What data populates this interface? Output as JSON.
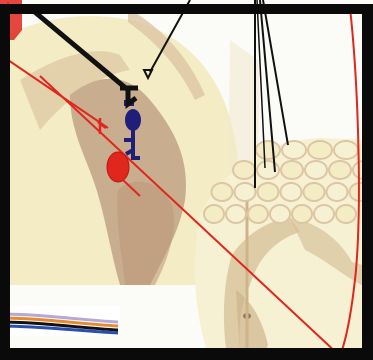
{
  "figure": {
    "colors": {
      "background": "#fbfbf8",
      "tissue_light": "#f4ecc4",
      "tissue_pale": "#f7f1d4",
      "tissue_tan": "#dcc6a3",
      "gray_matter": "#c9ad8f",
      "gray_matter_dark": "#b99879",
      "frame": "#0a0a0a",
      "sensory_fiber": "#e0261d",
      "interneuron": "#1f1f7a",
      "motor_fiber": "#111111",
      "bundle_orange": "#e7892d",
      "bundle_blue": "#2a4fb0",
      "bundle_black": "#111111",
      "bundle_lilac": "#b5a8d6"
    },
    "icons": [
      "red-sensory-neuron-soma",
      "blue-interneuron",
      "black-motor-terminal",
      "frame-overlay"
    ]
  }
}
